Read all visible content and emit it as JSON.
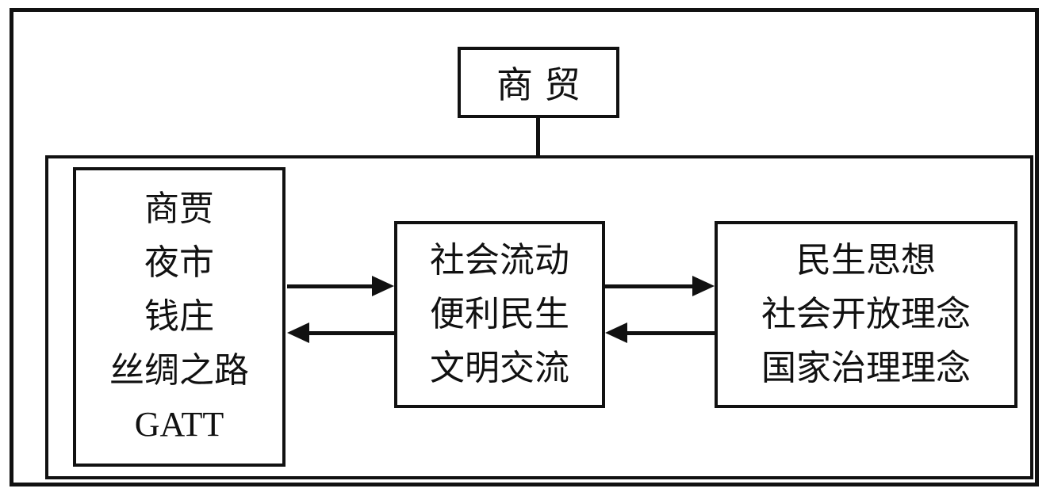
{
  "diagram": {
    "top_node": {
      "label": "商贸"
    },
    "left_node": {
      "lines": [
        "商贾",
        "夜市",
        "钱庄",
        "丝绸之路",
        "GATT"
      ]
    },
    "middle_node": {
      "lines": [
        "社会流动",
        "便利民生",
        "文明交流"
      ]
    },
    "right_node": {
      "lines": [
        "民生思想",
        "社会开放理念",
        "国家治理理念"
      ]
    },
    "colors": {
      "line": "#111111",
      "background": "#ffffff",
      "text": "#111111"
    }
  }
}
